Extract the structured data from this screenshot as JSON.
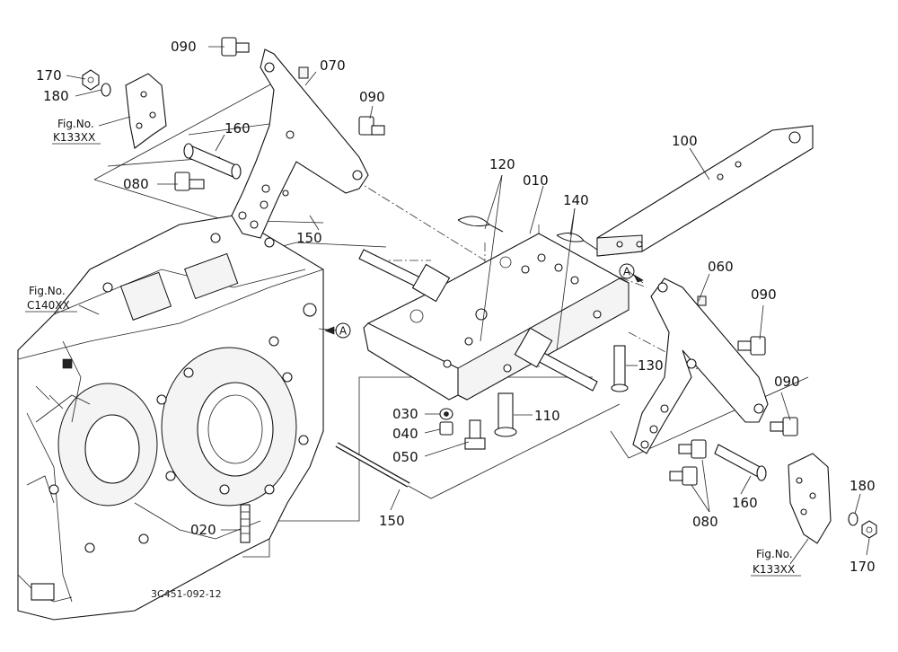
{
  "diagram_code": "3C451-092-12",
  "callouts": [
    {
      "id": "c090a",
      "text": "090"
    },
    {
      "id": "c070",
      "text": "070"
    },
    {
      "id": "c170a",
      "text": "170"
    },
    {
      "id": "c180a",
      "text": "180"
    },
    {
      "id": "c090b",
      "text": "090"
    },
    {
      "id": "c160a",
      "text": "160"
    },
    {
      "id": "c080a",
      "text": "080"
    },
    {
      "id": "c100",
      "text": "100"
    },
    {
      "id": "c120",
      "text": "120"
    },
    {
      "id": "c010",
      "text": "010"
    },
    {
      "id": "c140",
      "text": "140"
    },
    {
      "id": "c150a",
      "text": "150"
    },
    {
      "id": "c060",
      "text": "060"
    },
    {
      "id": "c090c",
      "text": "090"
    },
    {
      "id": "c130",
      "text": "130"
    },
    {
      "id": "c090d",
      "text": "090"
    },
    {
      "id": "c030",
      "text": "030"
    },
    {
      "id": "c040",
      "text": "040"
    },
    {
      "id": "c110",
      "text": "110"
    },
    {
      "id": "c050",
      "text": "050"
    },
    {
      "id": "c160b",
      "text": "160"
    },
    {
      "id": "c180b",
      "text": "180"
    },
    {
      "id": "c080b",
      "text": "080"
    },
    {
      "id": "c150b",
      "text": "150"
    },
    {
      "id": "c020",
      "text": "020"
    },
    {
      "id": "c170b",
      "text": "170"
    }
  ],
  "figure_refs": [
    {
      "label": "Fig.No.",
      "code": "K133XX"
    },
    {
      "label": "Fig.No.",
      "code": "C140XX"
    },
    {
      "label": "Fig.No.",
      "code": "K133XX"
    }
  ],
  "section_markers": [
    "A",
    "A"
  ]
}
